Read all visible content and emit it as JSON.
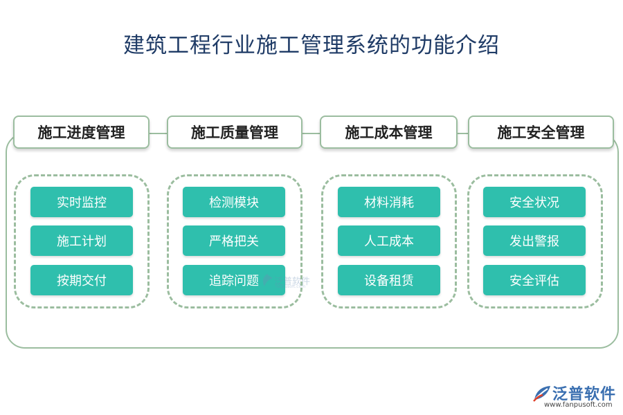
{
  "title": "建筑工程行业施工管理系统的功能介绍",
  "columns": [
    {
      "header": "施工进度管理",
      "items": [
        "实时监控",
        "施工计划",
        "按期交付"
      ]
    },
    {
      "header": "施工质量管理",
      "items": [
        "检测模块",
        "严格把关",
        "追踪问题"
      ]
    },
    {
      "header": "施工成本管理",
      "items": [
        "材料消耗",
        "人工成本",
        "设备租赁"
      ]
    },
    {
      "header": "施工安全管理",
      "items": [
        "安全状况",
        "发出警报",
        "安全评估"
      ]
    }
  ],
  "watermark": {
    "text": "泛普软件",
    "sub": "fanpusoft.com"
  },
  "logo": {
    "text": "泛普软件",
    "url": "www.fanpusoft.com"
  },
  "colors": {
    "title": "#1f3b66",
    "item_fill": "#2fbfad",
    "border": "#9bbd9f",
    "logo": "#3a6fb0"
  }
}
